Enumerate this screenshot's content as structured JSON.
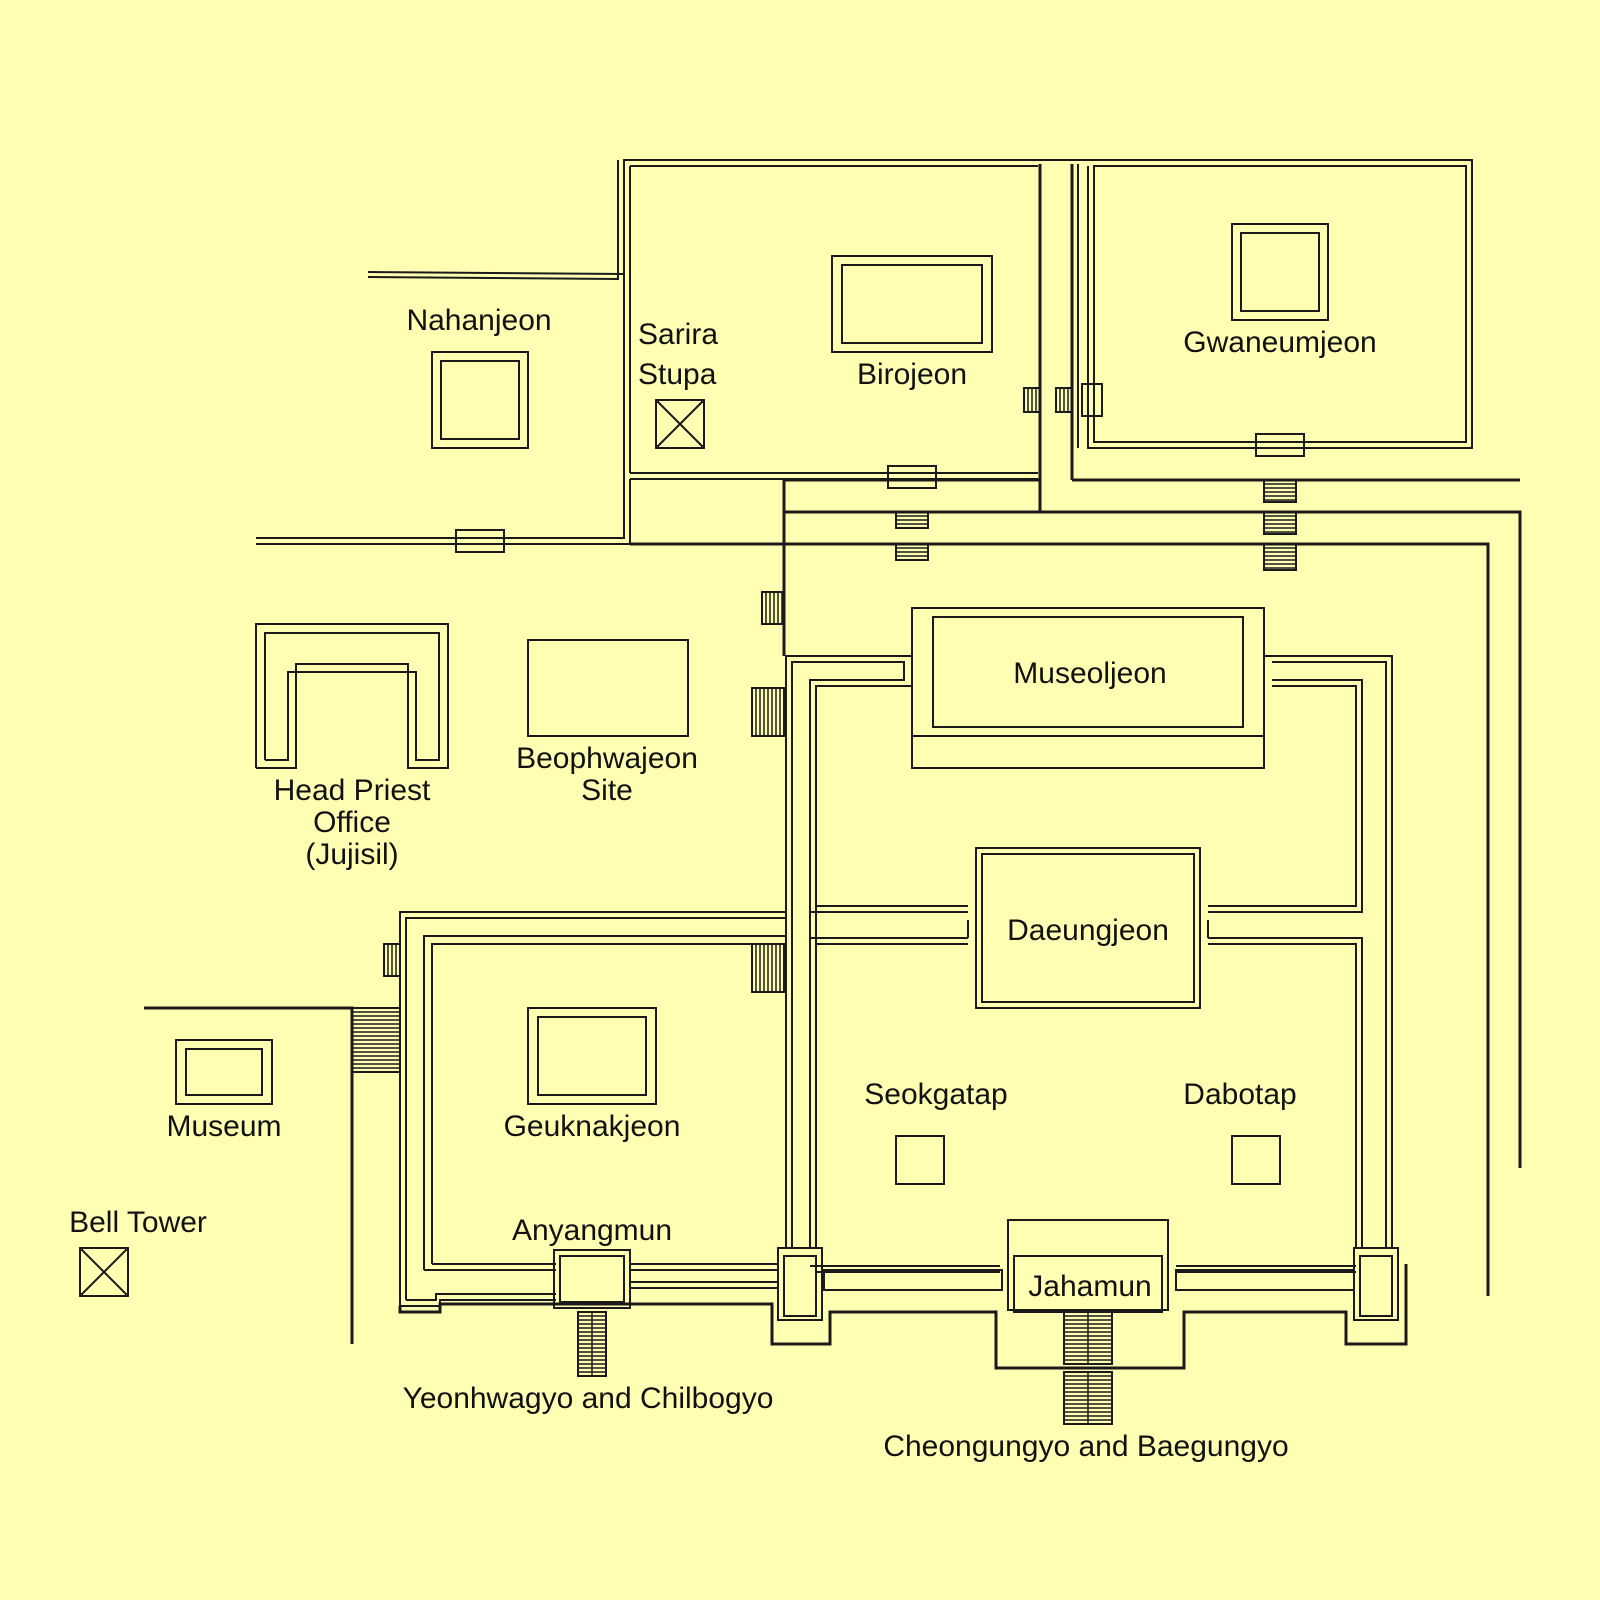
{
  "colors": {
    "background": "#ffffb3",
    "line": "#1a1a1a",
    "text": "#111111"
  },
  "labels": {
    "nahanjeon": "Nahanjeon",
    "sarira_1": "Sarira",
    "sarira_2": "Stupa",
    "birojeon": "Birojeon",
    "gwaneumjeon": "Gwaneumjeon",
    "museoljeon": "Museoljeon",
    "beophwajeon_1": "Beophwajeon",
    "beophwajeon_2": "Site",
    "headpriest_1": "Head Priest",
    "headpriest_2": "Office",
    "headpriest_3": "(Jujisil)",
    "daeungjeon": "Daeungjeon",
    "museum": "Museum",
    "geuknakjeon": "Geuknakjeon",
    "seokgatap": "Seokgatap",
    "dabotap": "Dabotap",
    "bell_tower": "Bell Tower",
    "anyangmun": "Anyangmun",
    "jahamun": "Jahamun",
    "yeonhwagyo": "Yeonhwagyo and Chilbogyo",
    "cheongungyo": "Cheongungyo and Baegungyo"
  }
}
